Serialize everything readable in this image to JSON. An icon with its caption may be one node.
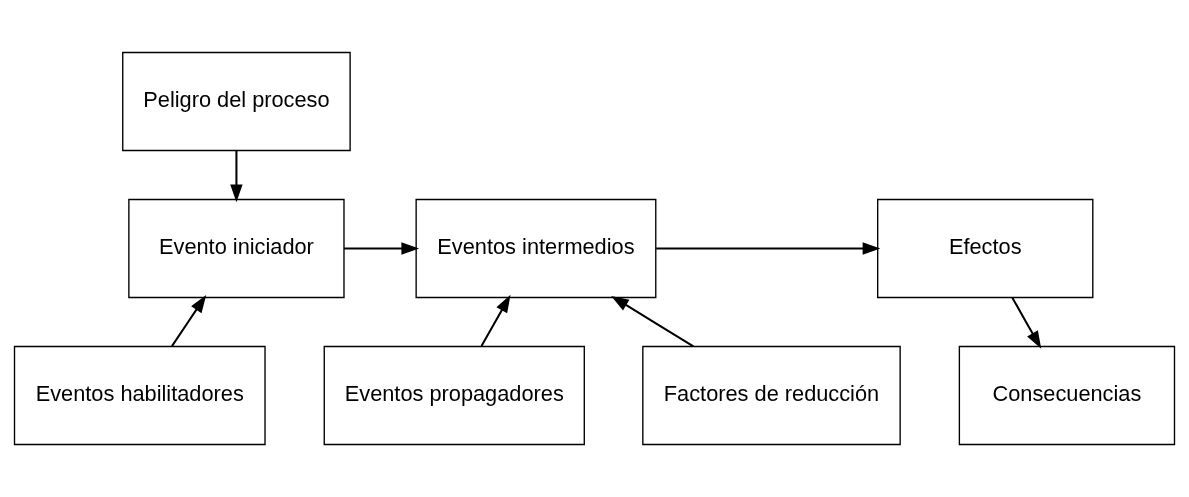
{
  "diagram": {
    "nodes": [
      {
        "text": [
          "Peligro del proceso"
        ]
      },
      {
        "text": [
          "Evento iniciador"
        ]
      },
      {
        "text": [
          "Eventos intermedios"
        ]
      },
      {
        "text": [
          "Efectos"
        ]
      },
      {
        "text": [
          "Eventos habilitadores"
        ]
      },
      {
        "text": [
          "Eventos propagadores"
        ]
      },
      {
        "text": [
          "Factores de reducción"
        ]
      },
      {
        "text": [
          "Consecuencias"
        ]
      }
    ],
    "edges": [
      {
        "from": 0,
        "to": 1,
        "arrow": "to"
      },
      {
        "from": 1,
        "to": 2,
        "arrow": "to"
      },
      {
        "from": 2,
        "to": 3,
        "arrow": "to"
      },
      {
        "from": 4,
        "to": 1,
        "arrow": "to"
      },
      {
        "from": 5,
        "to": 2,
        "arrow": "to"
      },
      {
        "from": 6,
        "to": 2,
        "arrow": "to"
      },
      {
        "from": 3,
        "to": 7,
        "arrow": "to"
      }
    ]
  }
}
